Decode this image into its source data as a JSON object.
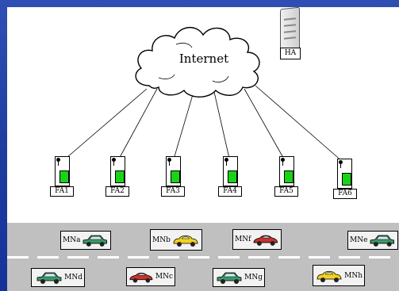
{
  "network": {
    "cloud_label": "Internet",
    "home_agent": {
      "label": "HA"
    },
    "foreign_agents": [
      "FA1",
      "FA2",
      "FA3",
      "FA4",
      "FA5",
      "FA6"
    ]
  },
  "vehicles": {
    "upper_lane": [
      {
        "label": "MNa",
        "color": "#3b9a68"
      },
      {
        "label": "MNb",
        "color": "#f4d21c"
      },
      {
        "label": "MNf",
        "color": "#c9332c"
      },
      {
        "label": "MNe",
        "color": "#3b9a68"
      }
    ],
    "lower_lane": [
      {
        "label": "MNd",
        "color": "#3b9a68"
      },
      {
        "label": "MNc",
        "color": "#c9332c"
      },
      {
        "label": "MNg",
        "color": "#3b9a68"
      },
      {
        "label": "MNh",
        "color": "#f4d21c"
      }
    ]
  }
}
